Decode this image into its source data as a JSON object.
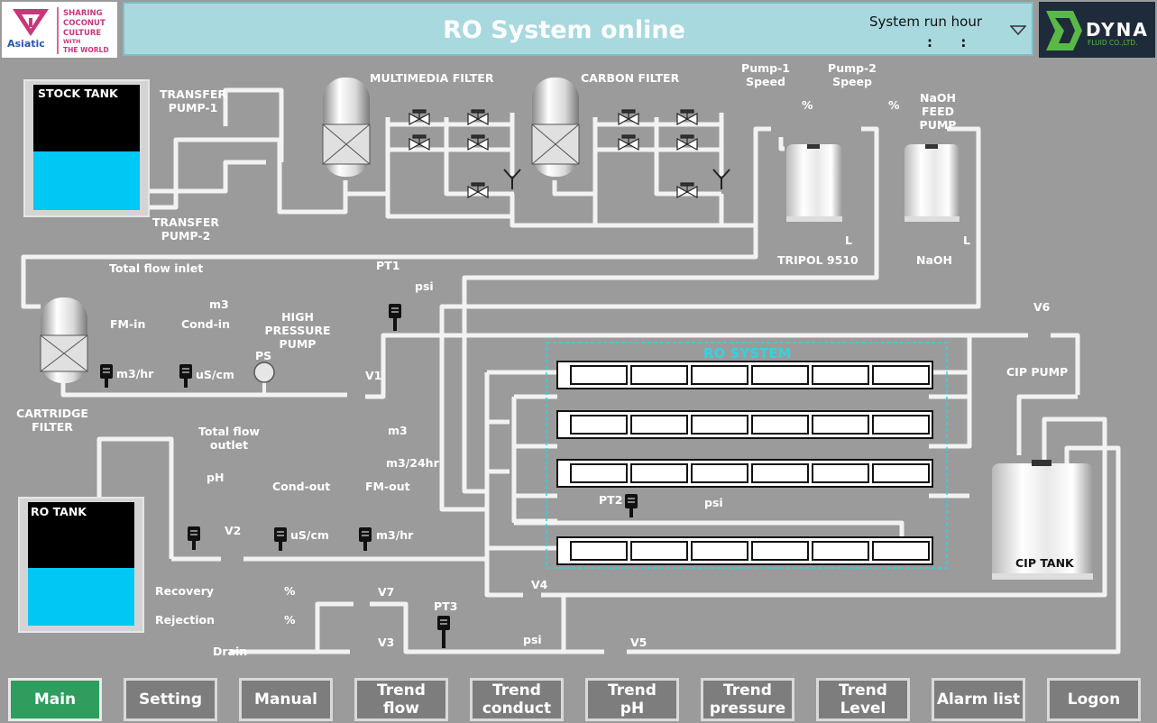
{
  "header": {
    "logo_left": {
      "line1": "SHARING",
      "line2": "COCONUT",
      "line3": "CULTURE",
      "line4": "WITH",
      "line5": "THE WORLD",
      "brand": "Asiatic"
    },
    "title": "RO System online",
    "run_hour_label": "System run hour",
    "run_hour_value": ":      :",
    "logo_right": {
      "brand": "DYNA",
      "sub": "FLUID CO.,LTD."
    }
  },
  "tanks": {
    "stock": {
      "label": "STOCK TANK",
      "level": 0.47
    },
    "ro": {
      "label": "RO TANK",
      "level": 0.47
    },
    "tripol": {
      "label": "TRIPOL 9510",
      "unit": "L"
    },
    "naoh": {
      "label": "NaOH",
      "unit": "L"
    },
    "cip": {
      "label": "CIP TANK"
    }
  },
  "labels": {
    "transfer_pump_1": "TRANSFER\nPUMP-1",
    "transfer_pump_2": "TRANSFER\nPUMP-2",
    "multimedia_filter": "MULTIMEDIA FILTER",
    "carbon_filter": "CARBON FILTER",
    "pump1_speed": "Pump-1\nSpeed",
    "pump2_speed": "Pump-2\nSpeep",
    "pump1_unit": "%",
    "pump2_unit": "%",
    "naoh_feed_pump": "NaOH\nFEED PUMP",
    "total_flow_inlet": "Total flow inlet",
    "pt1": "PT1",
    "pt1_unit": "psi",
    "m3_inlet": "m3",
    "fm_in": "FM-in",
    "cond_in": "Cond-in",
    "high_pressure_pump": "HIGH PRESSURE\nPUMP",
    "ps": "PS",
    "fm_in_unit": "m3/hr",
    "cond_in_unit": "uS/cm",
    "v1": "V1",
    "cartridge_filter": "CARTRIDGE\nFILTER",
    "ro_system": "RO SYSTEM",
    "v6": "V6",
    "cip_pump": "CIP PUMP",
    "total_flow_outlet": "Total flow\noutlet",
    "m3_outlet": "m3",
    "m3_24hr": "m3/24hr",
    "ph": "pH",
    "cond_out": "Cond-out",
    "fm_out": "FM-out",
    "pt2": "PT2",
    "pt2_unit": "psi",
    "v2": "V2",
    "cond_out_unit": "uS/cm",
    "fm_out_unit": "m3/hr",
    "recovery": "Recovery",
    "recovery_unit": "%",
    "rejection": "Rejection",
    "rejection_unit": "%",
    "v7": "V7",
    "pt3": "PT3",
    "v4": "V4",
    "drain": "Drain",
    "v3": "V3",
    "pt3_unit": "psi",
    "v5": "V5"
  },
  "nav": [
    {
      "label": "Main",
      "active": true
    },
    {
      "label": "Setting"
    },
    {
      "label": "Manual"
    },
    {
      "label": "Trend\nflow"
    },
    {
      "label": "Trend\nconduct"
    },
    {
      "label": "Trend\npH"
    },
    {
      "label": "Trend\npressure"
    },
    {
      "label": "Trend\nLevel"
    },
    {
      "label": "Alarm list"
    },
    {
      "label": "Logon"
    }
  ],
  "colors": {
    "background": "#9b9b9b",
    "title_bg": "#a7d9df",
    "water": "#00c8f5",
    "active_nav": "#2e9d5e",
    "ro_frame": "#2fd4e0"
  }
}
